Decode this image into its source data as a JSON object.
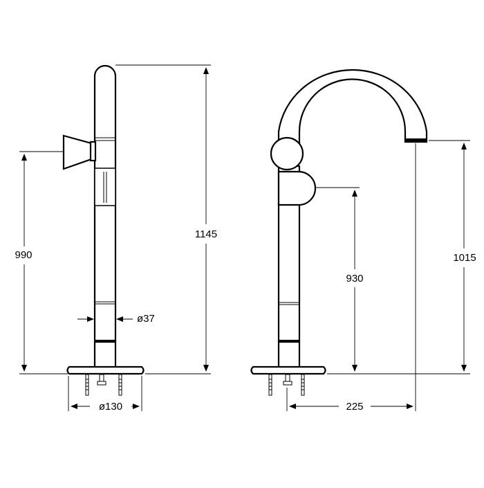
{
  "dimensions": {
    "left_view": {
      "total_height": "1145",
      "handle_height": "990",
      "pipe_diameter": "ø37",
      "base_diameter": "ø130"
    },
    "right_view": {
      "spout_height": "1015",
      "handle_height": "930",
      "spout_reach": "225"
    }
  }
}
